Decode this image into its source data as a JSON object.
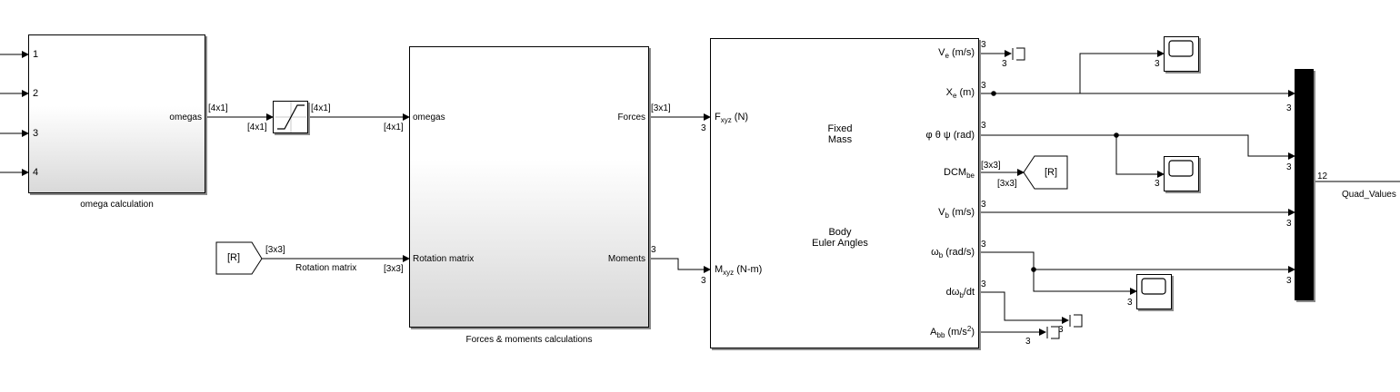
{
  "inports": {
    "p1": "1",
    "p2": "2",
    "p3": "3",
    "p4": "4"
  },
  "omega_block": {
    "name": "omega calculation",
    "out_port": "omegas"
  },
  "saturation": {
    "in_dim": "[4x1]",
    "in_dim_below": "[4x1]",
    "out_dim": "[4x1]"
  },
  "forces_block": {
    "name": "Forces & moments calculations",
    "in_omegas": "omegas",
    "in_rotation": "Rotation matrix",
    "out_forces": "Forces",
    "out_moments": "Moments",
    "in_omegas_dim": "[4x1]",
    "in_rotation_dim": "[3x3]",
    "out_forces_dim": "[3x1]",
    "out_moments_dim": "3"
  },
  "from_tag": {
    "label": "[R]",
    "dim": "[3x3]",
    "signal_name": "Rotation matrix"
  },
  "goto_tag": {
    "label": "[R]",
    "dim_top": "[3x3]",
    "dim_bottom": "[3x3]"
  },
  "sixdof": {
    "icon_text_top_1": "Fixed",
    "icon_text_top_2": "Mass",
    "icon_text_bottom_1": "Body",
    "icon_text_bottom_2": "Euler Angles",
    "in_f_main": "F",
    "in_f_sub": "xyz",
    "in_f_unit": " (N)",
    "in_f_dim": "3",
    "in_m_main": "M",
    "in_m_sub": "xyz",
    "in_m_unit": " (N-m)",
    "in_m_dim": "3",
    "outputs": {
      "ve_main": "V",
      "ve_sub": "e",
      "ve_unit": " (m/s)",
      "ve_dim": "3",
      "xe_main": "X",
      "xe_sub": "e",
      "xe_unit": " (m)",
      "xe_dim": "3",
      "euler": "φ θ ψ (rad)",
      "euler_dim": "3",
      "dcm_main": "DCM",
      "dcm_sub": "be",
      "vb_main": "V",
      "vb_sub": "b",
      "vb_unit": " (m/s)",
      "vb_dim": "3",
      "wb_main": "ω",
      "wb_sub": "b",
      "wb_unit": " (rad/s)",
      "wb_dim": "3",
      "dwb_pre": "dω",
      "dwb_sub": "b",
      "dwb_post": "/dt",
      "dwb_dim": "3",
      "abb_main": "A",
      "abb_sub": "bb",
      "abb_unit_pre": " (m/s",
      "abb_sup": "2",
      "abb_unit_post": ")"
    }
  },
  "terminators": {
    "t1_dim": "3",
    "t2_dim": "3",
    "t3_dim": "3"
  },
  "scopes": {
    "s1_dim": "3",
    "s2_dim": "3",
    "s3_dim": "3"
  },
  "mux": {
    "in1": "3",
    "in2": "3",
    "in3": "3",
    "in4": "3",
    "out_dim": "12",
    "out_signal": "Quad_Values"
  }
}
